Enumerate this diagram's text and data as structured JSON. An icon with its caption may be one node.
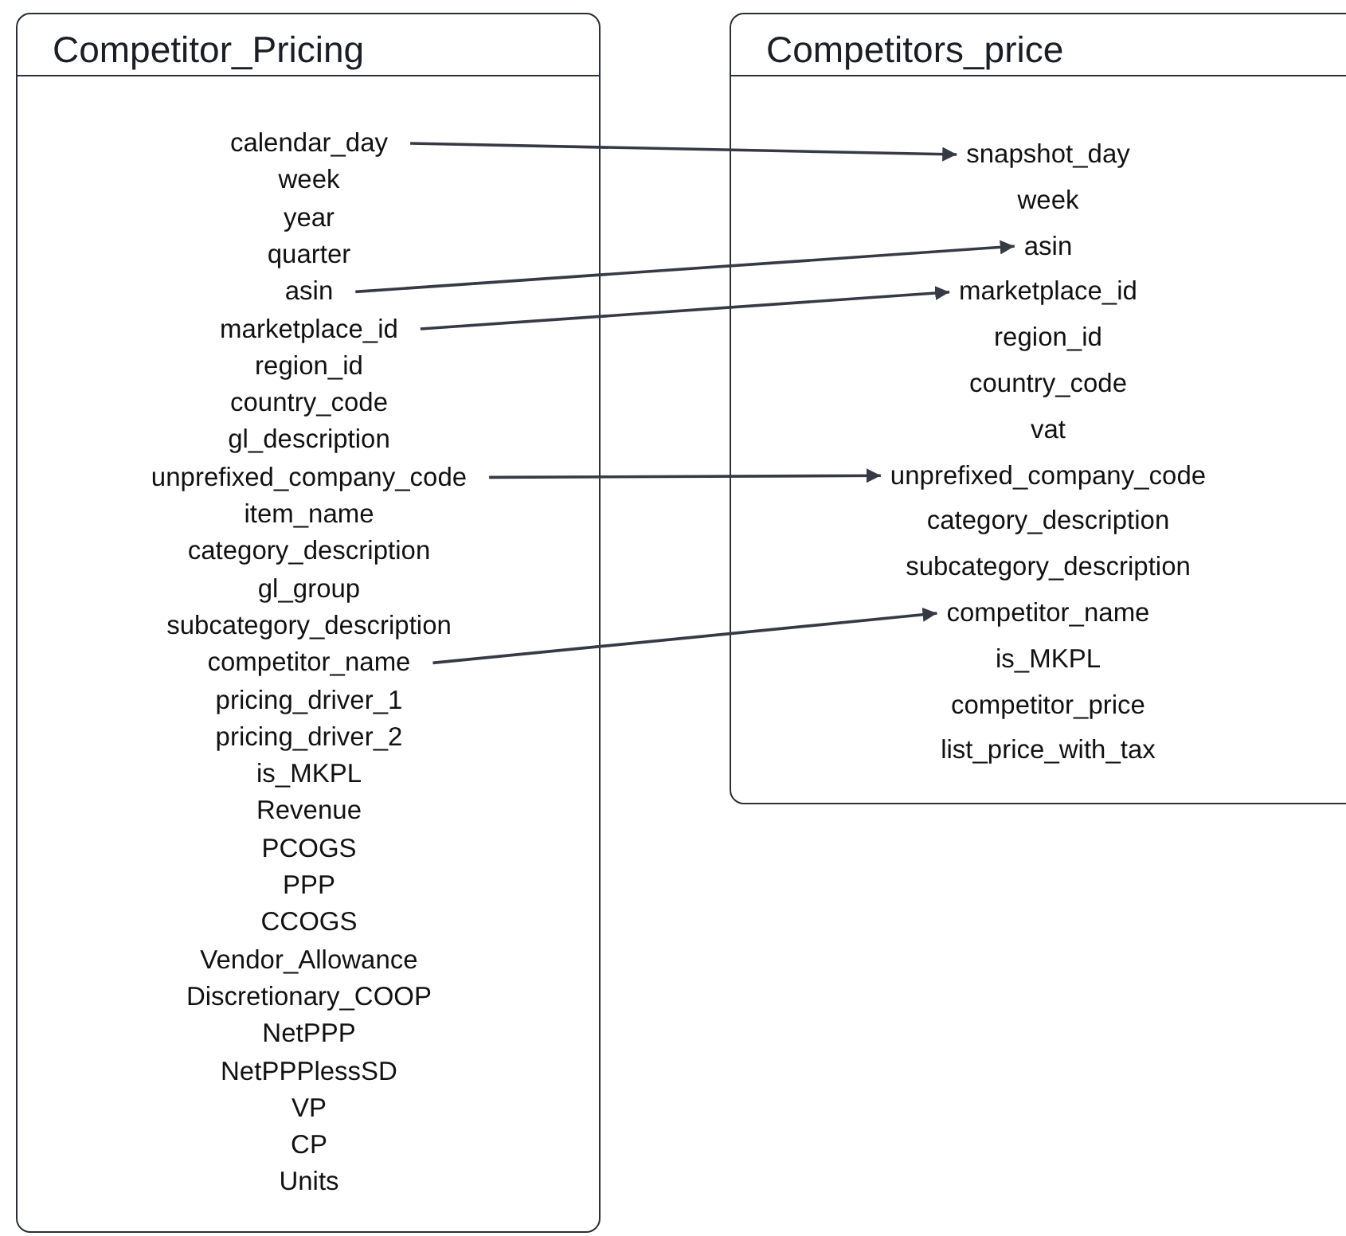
{
  "diagram": {
    "nodes": [
      {
        "text": [
          "Competitor_Pricing"
        ]
      },
      {
        "text": [
          "calendar_day"
        ],
        "in": 0
      },
      {
        "text": [
          "week"
        ],
        "in": 0
      },
      {
        "text": [
          "year"
        ],
        "in": 0
      },
      {
        "text": [
          "quarter"
        ],
        "in": 0
      },
      {
        "text": [
          "asin"
        ],
        "in": 0
      },
      {
        "text": [
          "marketplace_id"
        ],
        "in": 0
      },
      {
        "text": [
          "region_id"
        ],
        "in": 0
      },
      {
        "text": [
          "country_code"
        ],
        "in": 0
      },
      {
        "text": [
          "gl_description"
        ],
        "in": 0
      },
      {
        "text": [
          "unprefixed_company_code"
        ],
        "in": 0
      },
      {
        "text": [
          "item_name"
        ],
        "in": 0
      },
      {
        "text": [
          "category_description"
        ],
        "in": 0
      },
      {
        "text": [
          "gl_group"
        ],
        "in": 0
      },
      {
        "text": [
          "subcategory_description"
        ],
        "in": 0
      },
      {
        "text": [
          "competitor_name"
        ],
        "in": 0
      },
      {
        "text": [
          "pricing_driver_1"
        ],
        "in": 0
      },
      {
        "text": [
          "pricing_driver_2"
        ],
        "in": 0
      },
      {
        "text": [
          "is_MKPL"
        ],
        "in": 0
      },
      {
        "text": [
          "Revenue"
        ],
        "in": 0
      },
      {
        "text": [
          "PCOGS"
        ],
        "in": 0
      },
      {
        "text": [
          "PPP"
        ],
        "in": 0
      },
      {
        "text": [
          "CCOGS"
        ],
        "in": 0
      },
      {
        "text": [
          "Vendor_Allowance"
        ],
        "in": 0
      },
      {
        "text": [
          "Discretionary_COOP"
        ],
        "in": 0
      },
      {
        "text": [
          "NetPPP"
        ],
        "in": 0
      },
      {
        "text": [
          "NetPPPlessSD"
        ],
        "in": 0
      },
      {
        "text": [
          "VP"
        ],
        "in": 0
      },
      {
        "text": [
          "CP"
        ],
        "in": 0
      },
      {
        "text": [
          "Units"
        ],
        "in": 0
      },
      {
        "text": [
          "Competitors_price"
        ]
      },
      {
        "text": [
          "snapshot_day"
        ],
        "in": 30
      },
      {
        "text": [
          "week"
        ],
        "in": 30
      },
      {
        "text": [
          "asin"
        ],
        "in": 30
      },
      {
        "text": [
          "marketplace_id"
        ],
        "in": 30
      },
      {
        "text": [
          "region_id"
        ],
        "in": 30
      },
      {
        "text": [
          "country_code"
        ],
        "in": 30
      },
      {
        "text": [
          "vat"
        ],
        "in": 30
      },
      {
        "text": [
          "unprefixed_company_code"
        ],
        "in": 30
      },
      {
        "text": [
          "category_description"
        ],
        "in": 30
      },
      {
        "text": [
          "subcategory_description"
        ],
        "in": 30
      },
      {
        "text": [
          "competitor_name"
        ],
        "in": 30
      },
      {
        "text": [
          "is_MKPL"
        ],
        "in": 30
      },
      {
        "text": [
          "competitor_price"
        ],
        "in": 30
      },
      {
        "text": [
          "list_price_with_tax"
        ],
        "in": 30
      }
    ],
    "edges": [
      {
        "from": 1,
        "to": 31,
        "arrow": "to"
      },
      {
        "from": 5,
        "to": 33,
        "arrow": "to"
      },
      {
        "from": 6,
        "to": 34,
        "arrow": "to"
      },
      {
        "from": 10,
        "to": 38,
        "arrow": "to"
      },
      {
        "from": 15,
        "to": 41,
        "arrow": "to"
      }
    ]
  }
}
